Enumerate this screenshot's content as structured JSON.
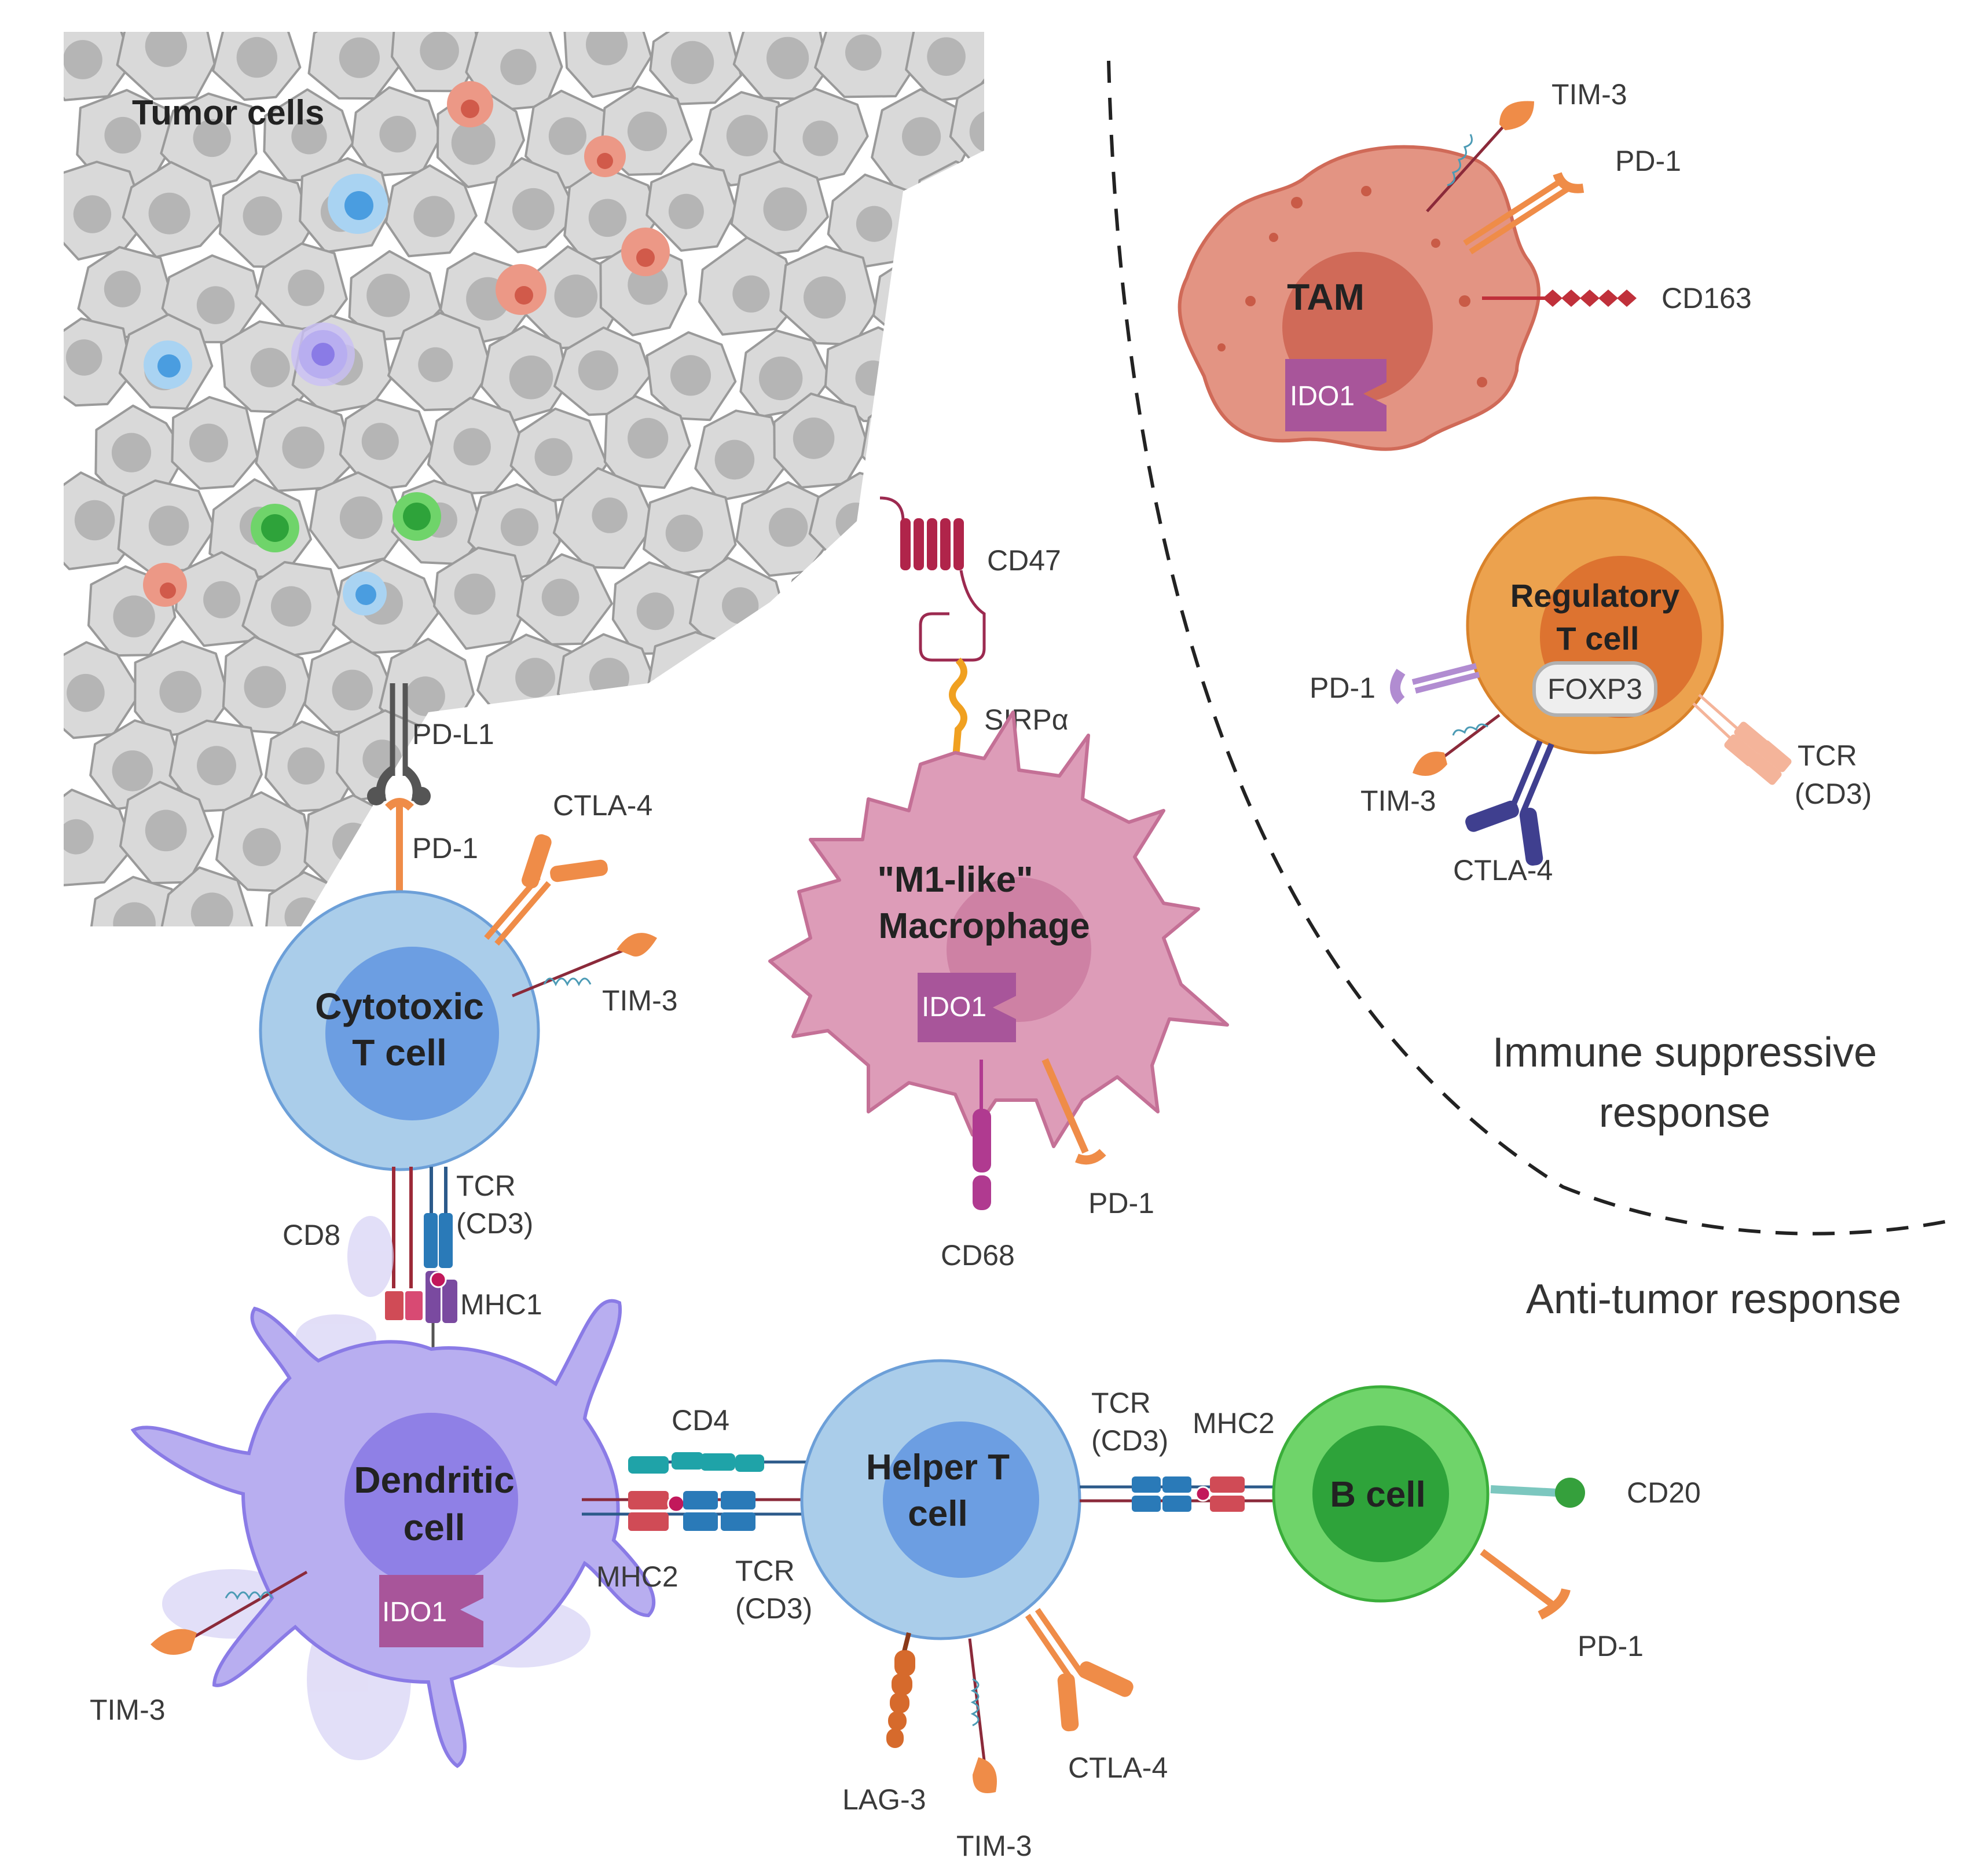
{
  "cells": {
    "tumor": "Tumor cells",
    "cytotoxic_line1": "Cytotoxic",
    "cytotoxic_line2": "T cell",
    "macrophage_line1": "\"M1-like\"",
    "macrophage_line2": "Macrophage",
    "dendritic_line1": "Dendritic",
    "dendritic_line2": "cell",
    "helper_line1": "Helper T",
    "helper_line2": "cell",
    "bcell": "B cell",
    "tam": "TAM",
    "treg_line1": "Regulatory",
    "treg_line2": "T cell"
  },
  "markers": {
    "pdl1": "PD-L1",
    "pd1": "PD-1",
    "ctla4": "CTLA-4",
    "tim3": "TIM-3",
    "tcr": "TCR",
    "cd3": "(CD3)",
    "cd8": "CD8",
    "mhc1": "MHC1",
    "mhc2": "MHC2",
    "cd4": "CD4",
    "cd47": "CD47",
    "sirpa": "SIRPα",
    "cd68": "CD68",
    "cd20": "CD20",
    "lag3": "LAG-3",
    "cd163": "CD163",
    "ido1": "IDO1",
    "foxp3": "FOXP3"
  },
  "regions": {
    "suppressive_line1": "Immune suppressive",
    "suppressive_line2": "response",
    "antitumor": "Anti-tumor response"
  },
  "colors": {
    "tumor_cell": "#d9d9d9",
    "tumor_nucleus": "#b5b5b5",
    "cytotoxic": "#aacdea",
    "dendritic": "#b8aef0",
    "helper": "#aacdea",
    "bcell": "#6fd46a",
    "macrophage": "#dd9cb8",
    "tam": "#e39483",
    "treg": "#eca24e",
    "ido1": "#a8559a",
    "pd1": "#ef8c48"
  }
}
